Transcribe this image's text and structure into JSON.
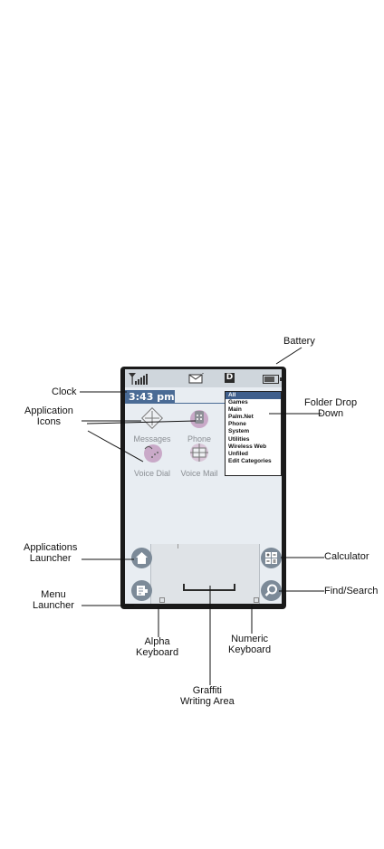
{
  "device": {
    "status": {
      "folder_letter": "D"
    },
    "clock": "3:43 pm",
    "apps": [
      {
        "label": "Messages",
        "icon": "messages-icon"
      },
      {
        "label": "Phone",
        "icon": "phone-icon"
      },
      {
        "label": "Voice Dial",
        "icon": "voice-dial-icon"
      },
      {
        "label": "Voice Mail",
        "icon": "voice-mail-icon"
      }
    ],
    "folder_menu": [
      "All",
      "Games",
      "Main",
      "Palm.Net",
      "Phone",
      "System",
      "Utilities",
      "Wireless Web",
      "Unfiled",
      "Edit Categories"
    ],
    "folder_selected": "All"
  },
  "callouts": {
    "battery": "Battery",
    "clock": "Clock",
    "app_icons": "Application\nIcons",
    "folder_dropdown": "Folder Drop\nDown",
    "apps_launcher": "Applications\nLauncher",
    "calculator": "Calculator",
    "menu_launcher": "Menu\nLauncher",
    "find_search": "Find/Search",
    "alpha_keyboard": "Alpha\nKeyboard",
    "numeric_keyboard": "Numeric\nKeyboard",
    "graffiti": "Graffiti\nWriting Area"
  }
}
